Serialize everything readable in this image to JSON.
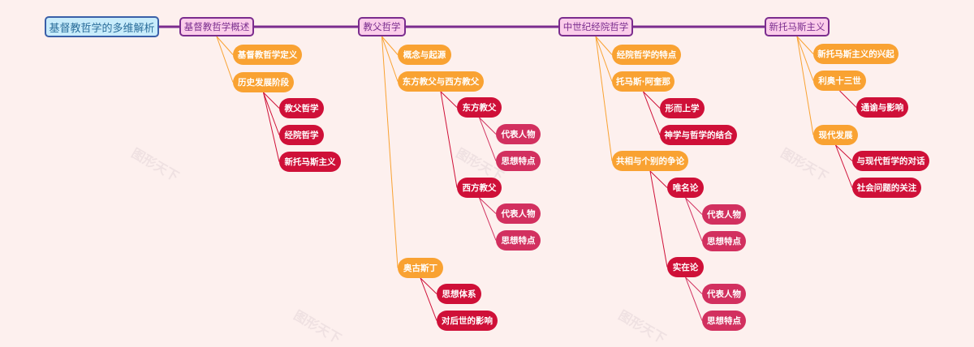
{
  "root": "基督教哲学的多维解析",
  "watermark": "图形天下",
  "colors": {
    "main_line": "#7b2d8e",
    "level2": "#f9a232",
    "level3": "#cf1038",
    "level4": "#d2305f",
    "background": "#fdf0ee"
  },
  "branches": [
    {
      "label": "基督教哲学概述",
      "children": [
        {
          "label": "基督教哲学定义"
        },
        {
          "label": "历史发展阶段",
          "children": [
            {
              "label": "教父哲学"
            },
            {
              "label": "经院哲学"
            },
            {
              "label": "新托马斯主义"
            }
          ]
        }
      ]
    },
    {
      "label": "教父哲学",
      "children": [
        {
          "label": "概念与起源"
        },
        {
          "label": "东方教父与西方教父",
          "children": [
            {
              "label": "东方教父",
              "children": [
                {
                  "label": "代表人物"
                },
                {
                  "label": "思想特点"
                }
              ]
            },
            {
              "label": "西方教父",
              "children": [
                {
                  "label": "代表人物"
                },
                {
                  "label": "思想特点"
                }
              ]
            }
          ]
        },
        {
          "label": "奥古斯丁",
          "children": [
            {
              "label": "思想体系"
            },
            {
              "label": "对后世的影响"
            }
          ]
        }
      ]
    },
    {
      "label": "中世纪经院哲学",
      "children": [
        {
          "label": "经院哲学的特点"
        },
        {
          "label": "托马斯·阿奎那",
          "children": [
            {
              "label": "形而上学"
            },
            {
              "label": "神学与哲学的结合"
            }
          ]
        },
        {
          "label": "共相与个别的争论",
          "children": [
            {
              "label": "唯名论",
              "children": [
                {
                  "label": "代表人物"
                },
                {
                  "label": "思想特点"
                }
              ]
            },
            {
              "label": "实在论",
              "children": [
                {
                  "label": "代表人物"
                },
                {
                  "label": "思想特点"
                }
              ]
            }
          ]
        }
      ]
    },
    {
      "label": "新托马斯主义",
      "children": [
        {
          "label": "新托马斯主义的兴起"
        },
        {
          "label": "利奥十三世",
          "children": [
            {
              "label": "通谕与影响"
            }
          ]
        },
        {
          "label": "现代发展",
          "children": [
            {
              "label": "与现代哲学的对话"
            },
            {
              "label": "社会问题的关注"
            }
          ]
        }
      ]
    }
  ]
}
